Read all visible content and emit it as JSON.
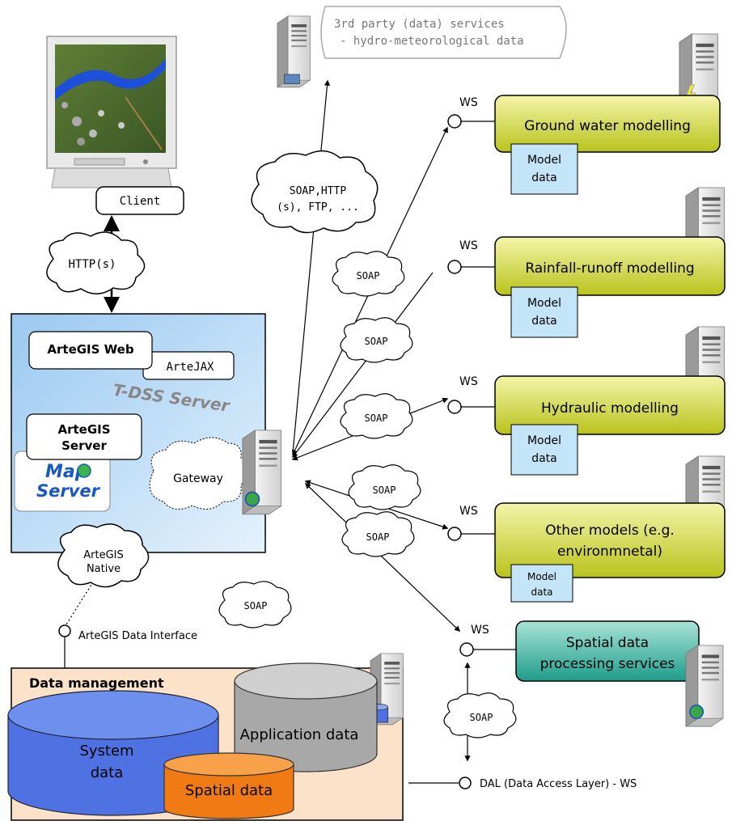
{
  "third_party": {
    "line1": "3rd party (data) services",
    "line2": "- hydro-meteorological data"
  },
  "client_label": "Client",
  "http_cloud": "HTTP(s)",
  "protocols_cloud": {
    "line1": "SOAP,HTTP",
    "line2": "(s), FTP, ..."
  },
  "tdss": {
    "title": "T-DSS Server",
    "artegis_web": "ArteGIS Web",
    "artejax": "ArteJAX",
    "artegis_server": {
      "line1": "ArteGIS",
      "line2": "Server"
    },
    "mapserver": {
      "line1": "Map",
      "line2": "Server"
    },
    "gateway": "Gateway"
  },
  "native_cloud": {
    "line1": "ArteGIS",
    "line2": "Native"
  },
  "data_interface": "ArteGIS Data Interface",
  "soap": "SOAP",
  "ws": "WS",
  "models": [
    {
      "title": "Ground water modelling",
      "data": {
        "line1": "Model",
        "line2": "data"
      }
    },
    {
      "title": "Rainfall-runoff modelling",
      "data": {
        "line1": "Model",
        "line2": "data"
      }
    },
    {
      "title": "Hydraulic modelling",
      "data": {
        "line1": "Model",
        "line2": "data"
      }
    },
    {
      "title_line1": "Other models (e.g.",
      "title_line2": "environmnetal)",
      "data": {
        "line1": "Model",
        "line2": "data"
      }
    }
  ],
  "spatial_services": {
    "line1": "Spatial data",
    "line2": "processing services"
  },
  "data_management": {
    "title": "Data management",
    "system_data": {
      "line1": "System",
      "line2": "data"
    },
    "application_data": "Application data",
    "spatial_data": "Spatial data"
  },
  "dal": "DAL (Data Access Layer) - WS",
  "colors": {
    "tdss_blue": "#a9d3f4",
    "model_yellow": "#d8e04a",
    "spatial_teal": "#3fb3a6",
    "data_mgmt_peach": "#fbe2c8",
    "system_blue": "#4f72e3",
    "app_gray": "#a8a8a8",
    "spatial_orange": "#f07a14",
    "model_data_blue": "#c4e4f8"
  },
  "icons": [
    "monitor-icon",
    "server-icon",
    "globe-icon",
    "lightning-icon",
    "database-icon",
    "cloud-icon"
  ]
}
